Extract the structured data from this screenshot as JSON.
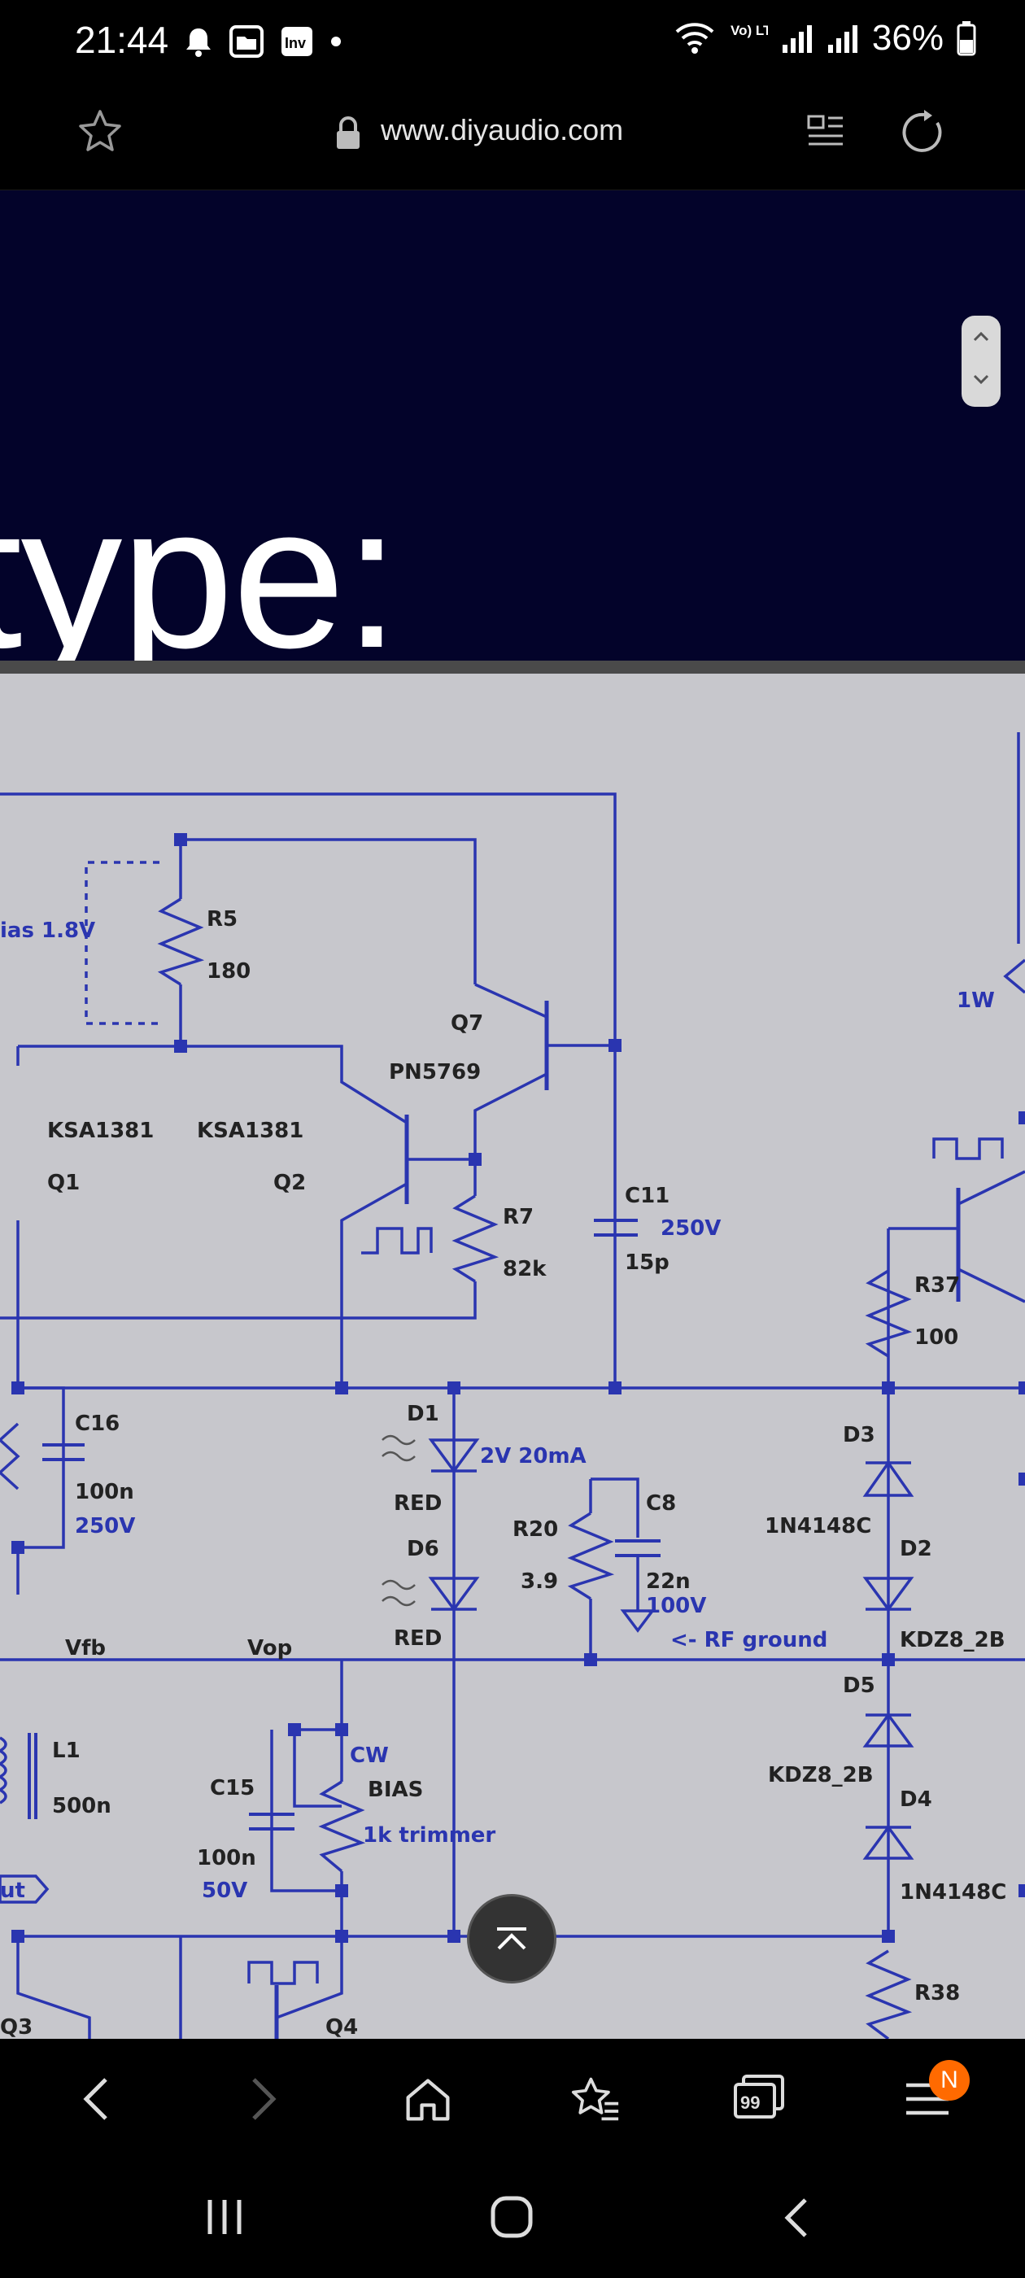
{
  "status": {
    "time": "21:44",
    "notification_icons": [
      "bell-icon",
      "folder-icon",
      "inv-app-icon",
      "dot-icon"
    ],
    "signal_text": "Vo) LTE1",
    "battery_percent": "36%"
  },
  "browser": {
    "url": "www.diyaudio.com",
    "tab_count": "99",
    "notification_badge": "N"
  },
  "header": {
    "title_fragment": "type:"
  },
  "schematic": {
    "labels": {
      "bias": "ias 1.8V",
      "r5": "R5",
      "r5_val": "180",
      "q7": "Q7",
      "pn5769": "PN5769",
      "ksa1": "KSA1381",
      "ksa2": "KSA1381",
      "q1": "Q1",
      "q2": "Q2",
      "r7": "R7",
      "r7_val": "82k",
      "c11": "C11",
      "c11_v": "250V",
      "c11_val": "15p",
      "w1": "1W",
      "r37": "R37",
      "r37_val": "100",
      "d1": "D1",
      "d1_spec": "2V 20mA",
      "red1": "RED",
      "d6": "D6",
      "red2": "RED",
      "c16": "C16",
      "c16_val": "100n",
      "c16_v": "250V",
      "r20": "R20",
      "r20_val": "3.9",
      "c8": "C8",
      "c8_val": "22n",
      "c8_v": "100V",
      "d3": "D3",
      "in4148c1": "1N4148C",
      "d2": "D2",
      "rfground": "<- RF ground",
      "kdz1": "KDZ8_2B",
      "vfb": "Vfb",
      "vop": "Vop",
      "d5": "D5",
      "l1": "L1",
      "l1_val": "500n",
      "cw": "CW",
      "bias_lbl": "BIAS",
      "trimmer": "1k trimmer",
      "c15": "C15",
      "c15_val": "100n",
      "c15_v": "50V",
      "kdz2": "KDZ8_2B",
      "d4": "D4",
      "in4148c2": "1N4148C",
      "out": "ut",
      "r38": "R38",
      "q3": "Q3",
      "q4": "Q4"
    }
  },
  "colors": {
    "header_bg": "#03032a",
    "schematic_bg": "#c7c7cc",
    "wire": "#2a35b0",
    "badge": "#ff6a00"
  }
}
